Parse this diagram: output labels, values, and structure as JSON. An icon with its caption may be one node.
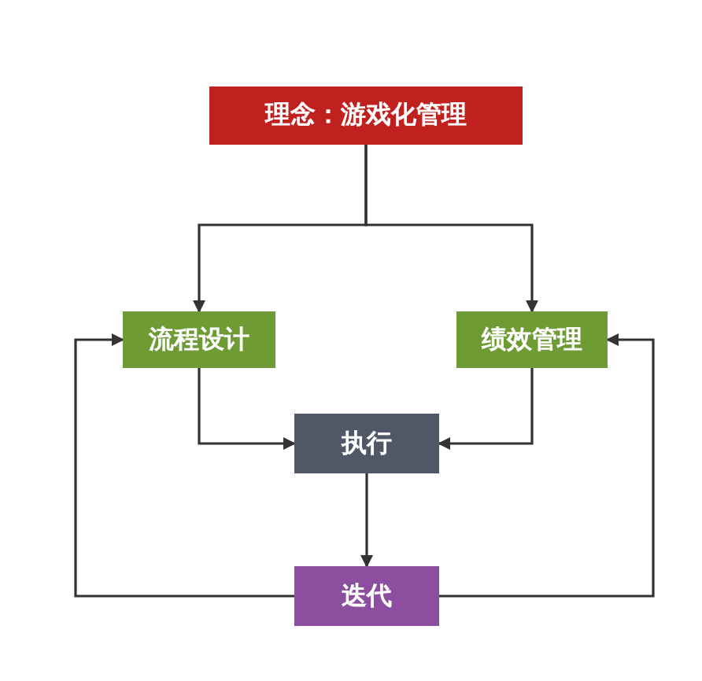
{
  "diagram": {
    "nodes": [
      {
        "text": [
          "理念：游戏化管理"
        ]
      },
      {
        "text": [
          "流程设计"
        ]
      },
      {
        "text": [
          "绩效管理"
        ]
      },
      {
        "text": [
          "执行"
        ]
      },
      {
        "text": [
          "迭代"
        ]
      }
    ],
    "edges": [
      {
        "from": 0,
        "to": 1,
        "arrow": "to"
      },
      {
        "from": 0,
        "to": 2,
        "arrow": "to"
      },
      {
        "from": 1,
        "to": 3,
        "arrow": "to"
      },
      {
        "from": 2,
        "to": 3,
        "arrow": "to"
      },
      {
        "from": 3,
        "to": 4,
        "arrow": "to"
      },
      {
        "from": 4,
        "to": 1,
        "arrow": "to"
      },
      {
        "from": 4,
        "to": 2,
        "arrow": "to"
      }
    ]
  }
}
